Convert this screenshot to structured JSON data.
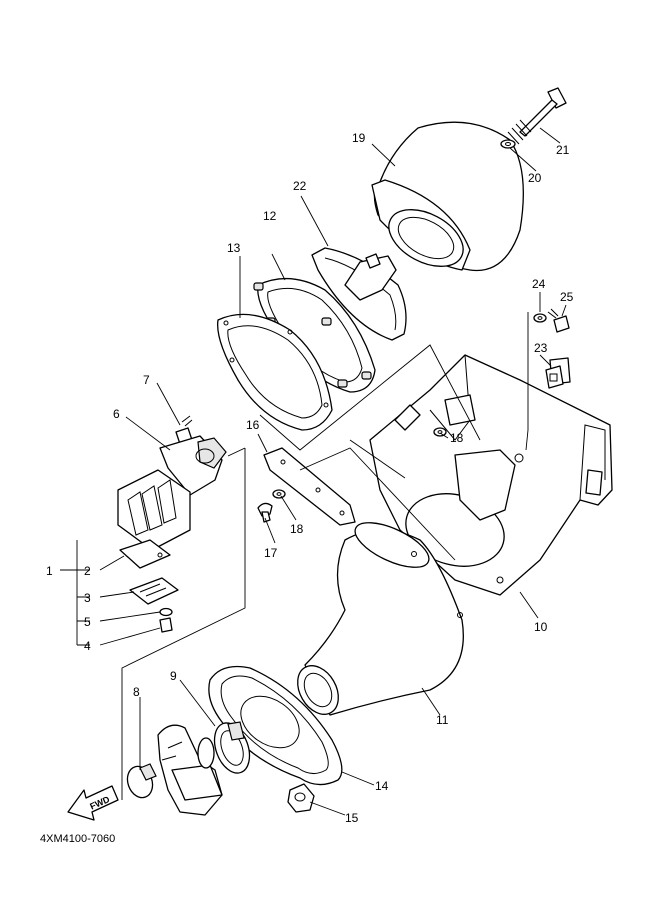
{
  "labels": {
    "p1": "1",
    "p2": "2",
    "p3": "3",
    "p4": "4",
    "p5": "5",
    "p6": "6",
    "p7": "7",
    "p8": "8",
    "p9": "9",
    "p10": "10",
    "p11": "11",
    "p12": "12",
    "p13": "13",
    "p14": "14",
    "p15": "15",
    "p16": "16",
    "p17": "17",
    "p18a": "18",
    "p18b": "18",
    "p19": "19",
    "p20": "20",
    "p21": "21",
    "p22": "22",
    "p23": "23",
    "p24": "24",
    "p25": "25"
  },
  "fwd_label": "FWD",
  "diagram_code": "4XM4100-7060"
}
